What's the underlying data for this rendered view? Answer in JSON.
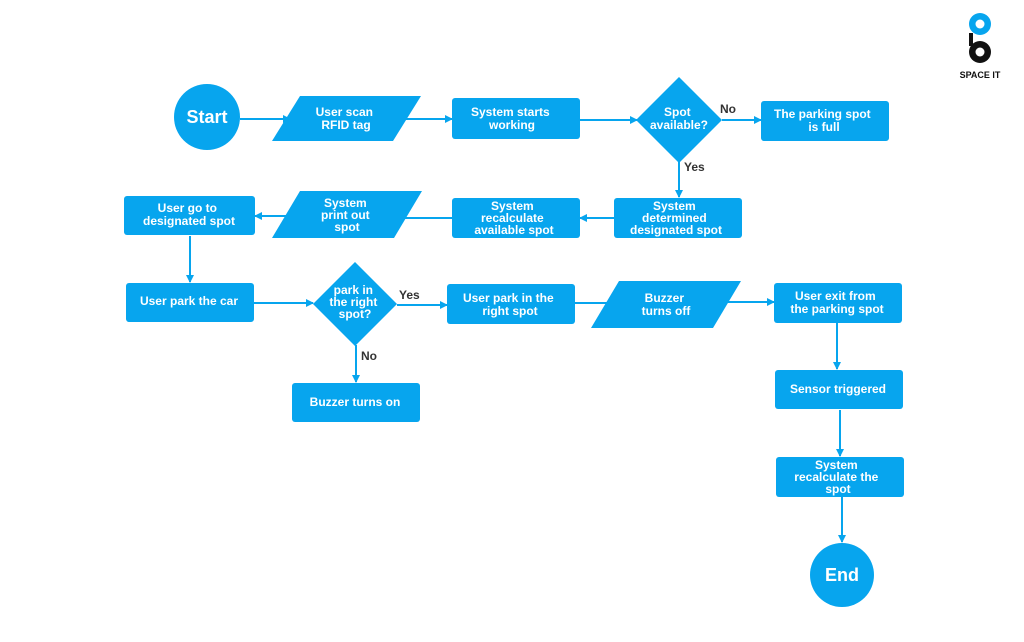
{
  "colors": {
    "node_fill": "#07a5ee",
    "node_text": "#ffffff",
    "edge": "#07a5ee",
    "label_text": "#333333",
    "logo_dark": "#111111"
  },
  "logo": {
    "icon": "space-it-logo-icon",
    "text": "SPACE IT"
  },
  "nodes": {
    "start": {
      "label": "Start",
      "shape": "circle"
    },
    "scan_rfid": {
      "label": "User scan RFID tag",
      "lines": [
        "User scan",
        "RFID tag"
      ],
      "shape": "parallelogram"
    },
    "system_starts": {
      "label": "System starts working",
      "lines": [
        "System starts",
        "working"
      ],
      "shape": "rectangle"
    },
    "spot_available": {
      "label": "Spot available?",
      "lines": [
        "Spot",
        "available?"
      ],
      "shape": "diamond"
    },
    "spot_full": {
      "label": "The parking spot is full",
      "lines": [
        "The parking spot",
        "is full"
      ],
      "shape": "rectangle"
    },
    "determined_spot": {
      "label": "System determined designated spot",
      "lines": [
        "System",
        "determined",
        "designated spot"
      ],
      "shape": "rectangle"
    },
    "recalculate_available": {
      "label": "System recalculate available spot",
      "lines": [
        "System",
        "recalculate",
        "available spot"
      ],
      "shape": "rectangle"
    },
    "print_spot": {
      "label": "System print out spot",
      "lines": [
        "System",
        "print out",
        "spot"
      ],
      "shape": "parallelogram"
    },
    "go_to_spot": {
      "label": "User go to designated spot",
      "lines": [
        "User go to",
        "designated spot"
      ],
      "shape": "rectangle"
    },
    "park_car": {
      "label": "User park the car",
      "lines": [
        "User park the car"
      ],
      "shape": "rectangle"
    },
    "right_spot": {
      "label": "park in the right spot?",
      "lines": [
        "park in",
        "the right",
        "spot?"
      ],
      "shape": "diamond"
    },
    "buzzer_on": {
      "label": "Buzzer turns on",
      "lines": [
        "Buzzer turns on"
      ],
      "shape": "rectangle"
    },
    "park_right": {
      "label": "User park in the right spot",
      "lines": [
        "User park in the",
        "right spot"
      ],
      "shape": "rectangle"
    },
    "buzzer_off": {
      "label": "Buzzer turns off",
      "lines": [
        "Buzzer",
        "turns off"
      ],
      "shape": "parallelogram"
    },
    "exit_spot": {
      "label": "User exit from the parking spot",
      "lines": [
        "User exit from",
        "the parking spot"
      ],
      "shape": "rectangle"
    },
    "sensor": {
      "label": "Sensor triggered",
      "lines": [
        "Sensor triggered"
      ],
      "shape": "rectangle"
    },
    "recalculate_spot": {
      "label": "System recalculate the spot",
      "lines": [
        "System",
        "recalculate the",
        "spot"
      ],
      "shape": "rectangle"
    },
    "end": {
      "label": "End",
      "shape": "circle"
    }
  },
  "edges": [
    {
      "from": "start",
      "to": "scan_rfid",
      "label": ""
    },
    {
      "from": "scan_rfid",
      "to": "system_starts",
      "label": ""
    },
    {
      "from": "system_starts",
      "to": "spot_available",
      "label": ""
    },
    {
      "from": "spot_available",
      "to": "spot_full",
      "label": "No"
    },
    {
      "from": "spot_available",
      "to": "determined_spot",
      "label": "Yes"
    },
    {
      "from": "determined_spot",
      "to": "recalculate_available",
      "label": ""
    },
    {
      "from": "recalculate_available",
      "to": "print_spot",
      "label": ""
    },
    {
      "from": "print_spot",
      "to": "go_to_spot",
      "label": ""
    },
    {
      "from": "go_to_spot",
      "to": "park_car",
      "label": ""
    },
    {
      "from": "park_car",
      "to": "right_spot",
      "label": ""
    },
    {
      "from": "right_spot",
      "to": "park_right",
      "label": "Yes"
    },
    {
      "from": "right_spot",
      "to": "buzzer_on",
      "label": "No"
    },
    {
      "from": "park_right",
      "to": "buzzer_off",
      "label": ""
    },
    {
      "from": "buzzer_off",
      "to": "exit_spot",
      "label": ""
    },
    {
      "from": "exit_spot",
      "to": "sensor",
      "label": ""
    },
    {
      "from": "sensor",
      "to": "recalculate_spot",
      "label": ""
    },
    {
      "from": "recalculate_spot",
      "to": "end",
      "label": ""
    }
  ]
}
